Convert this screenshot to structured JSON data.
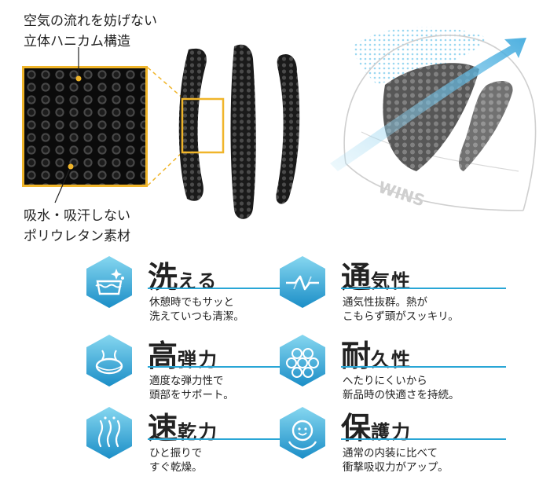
{
  "top": {
    "caption_top": [
      "空気の流れを妨げない",
      "立体ハニカム構造"
    ],
    "caption_bottom": [
      "吸水・吸汗しない",
      "ポリウレタン素材"
    ],
    "helmet_brand": "WINS"
  },
  "colors": {
    "accent_blue": "#29a6d6",
    "highlight_yellow": "#f0b52a",
    "icon_hex_light": "#7fd3ee",
    "icon_hex_dark": "#1b8ec7"
  },
  "features": [
    {
      "big": "洗",
      "rest": "える",
      "desc": [
        "休憩時でもサッと",
        "洗えていつも清潔。"
      ],
      "icon": "wash-icon"
    },
    {
      "big": "通",
      "rest": "気性",
      "desc": [
        "通気性抜群。熱が",
        "こもらず頭がスッキリ。"
      ],
      "icon": "airflow-icon"
    },
    {
      "big": "高",
      "rest": "弾力",
      "desc": [
        "適度な弾力性で",
        "頭部をサポート。"
      ],
      "icon": "elastic-icon"
    },
    {
      "big": "耐",
      "rest": "久性",
      "desc": [
        "へたりにくいから",
        "新品時の快適さを持続。"
      ],
      "icon": "honeycomb-icon"
    },
    {
      "big": "速",
      "rest": "乾力",
      "desc": [
        "ひと振りで",
        "すぐ乾燥。"
      ],
      "icon": "quick-dry-icon"
    },
    {
      "big": "保",
      "rest": "護力",
      "desc": [
        "通常の内装に比べて",
        "衝撃吸収力がアップ。"
      ],
      "icon": "protection-icon"
    }
  ]
}
